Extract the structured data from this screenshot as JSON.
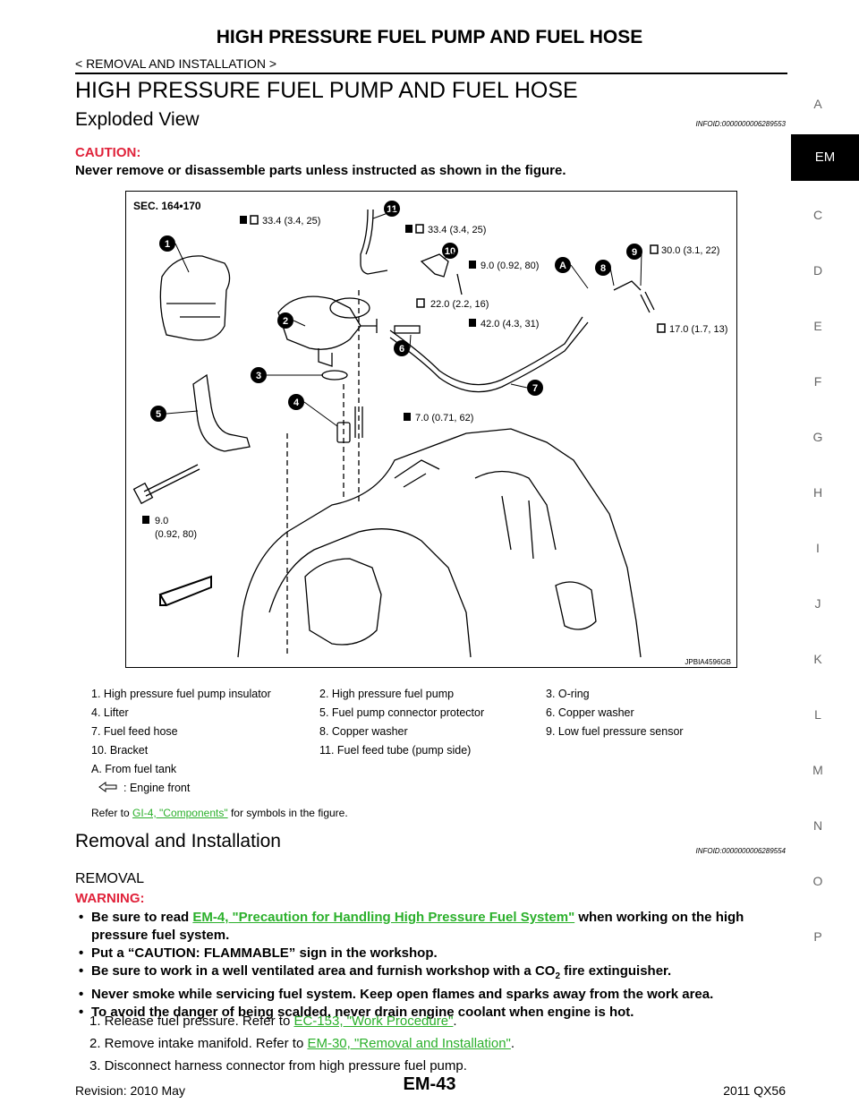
{
  "header": {
    "title": "HIGH PRESSURE FUEL PUMP AND FUEL HOSE",
    "breadcrumb": "< REMOVAL AND INSTALLATION >"
  },
  "page_heading": "HIGH PRESSURE FUEL PUMP AND FUEL HOSE",
  "exploded_view": {
    "heading": "Exploded View",
    "info_id": "INFOID:0000000006289553",
    "caution_label": "CAUTION:",
    "caution_text": "Never remove or disassemble parts unless instructed as shown in the figure."
  },
  "figure": {
    "section": "SEC. 164•170",
    "image_code": "JPBIA4596GB",
    "torques": {
      "t1": "33.4 (3.4, 25)",
      "t2": "33.4 (3.4, 25)",
      "t3": "9.0 (0.92, 80)",
      "t4": "30.0 (3.1, 22)",
      "t5": "22.0 (2.2, 16)",
      "t6": "42.0 (4.3, 31)",
      "t7": "17.0 (1.7, 13)",
      "t8": "7.0 (0.71, 62)",
      "t9a": "9.0",
      "t9b": "(0.92, 80)"
    },
    "callouts": {
      "n1": "1",
      "n2": "2",
      "n3": "3",
      "n4": "4",
      "n5": "5",
      "n6": "6",
      "n7": "7",
      "n8": "8",
      "n9": "9",
      "n10": "10",
      "n11": "11",
      "nA": "A"
    }
  },
  "legend": {
    "rows": [
      [
        "1.  High pressure fuel pump insulator",
        "2.  High pressure fuel pump",
        "3.  O-ring"
      ],
      [
        "4.  Lifter",
        "5.  Fuel pump connector protector",
        "6.  Copper washer"
      ],
      [
        "7.  Fuel feed hose",
        "8.  Copper washer",
        "9.  Low fuel pressure sensor"
      ],
      [
        "10.  Bracket",
        "11.  Fuel feed tube (pump side)",
        ""
      ],
      [
        "A.  From fuel tank",
        "",
        ""
      ]
    ],
    "engine_front": ": Engine front",
    "ref_prefix": "Refer to ",
    "ref_link": "GI-4, \"Components\"",
    "ref_suffix": " for symbols in the figure."
  },
  "removal_installation": {
    "heading": "Removal and Installation",
    "info_id": "INFOID:0000000006289554",
    "subheading": "REMOVAL",
    "warning_label": "WARNING:",
    "warning_1_pre": "Be sure to read ",
    "warning_1_link": "EM-4, \"Precaution for Handling High Pressure Fuel System\"",
    "warning_1_post": " when working on the high pressure fuel system.",
    "warning_2": "Put a “CAUTION: FLAMMABLE” sign in the workshop.",
    "warning_3_pre": "Be sure to work in a well ventilated area and furnish workshop with a CO",
    "warning_3_sub": "2",
    "warning_3_post": " fire extinguisher.",
    "warning_4": "Never smoke while servicing fuel system. Keep open flames and sparks away from the work area.",
    "warning_5": "To avoid the danger of being scalded, never drain engine coolant when engine is hot.",
    "step1_pre": "1.  Release fuel pressure. Refer to ",
    "step1_link": "EC-153, \"Work Procedure\"",
    "step1_post": ".",
    "step2_pre": "2.  Remove intake manifold. Refer to ",
    "step2_link": "EM-30, \"Removal and Installation\"",
    "step2_post": ".",
    "step3": "3.  Disconnect harness connector from high pressure fuel pump."
  },
  "footer": {
    "revision": "Revision: 2010 May",
    "page": "EM-43",
    "model": "2011 QX56"
  },
  "sidebar": {
    "letters": [
      "A",
      "C",
      "D",
      "E",
      "F",
      "G",
      "H",
      "I",
      "J",
      "K",
      "L",
      "M",
      "N",
      "O",
      "P"
    ],
    "active": "EM"
  }
}
